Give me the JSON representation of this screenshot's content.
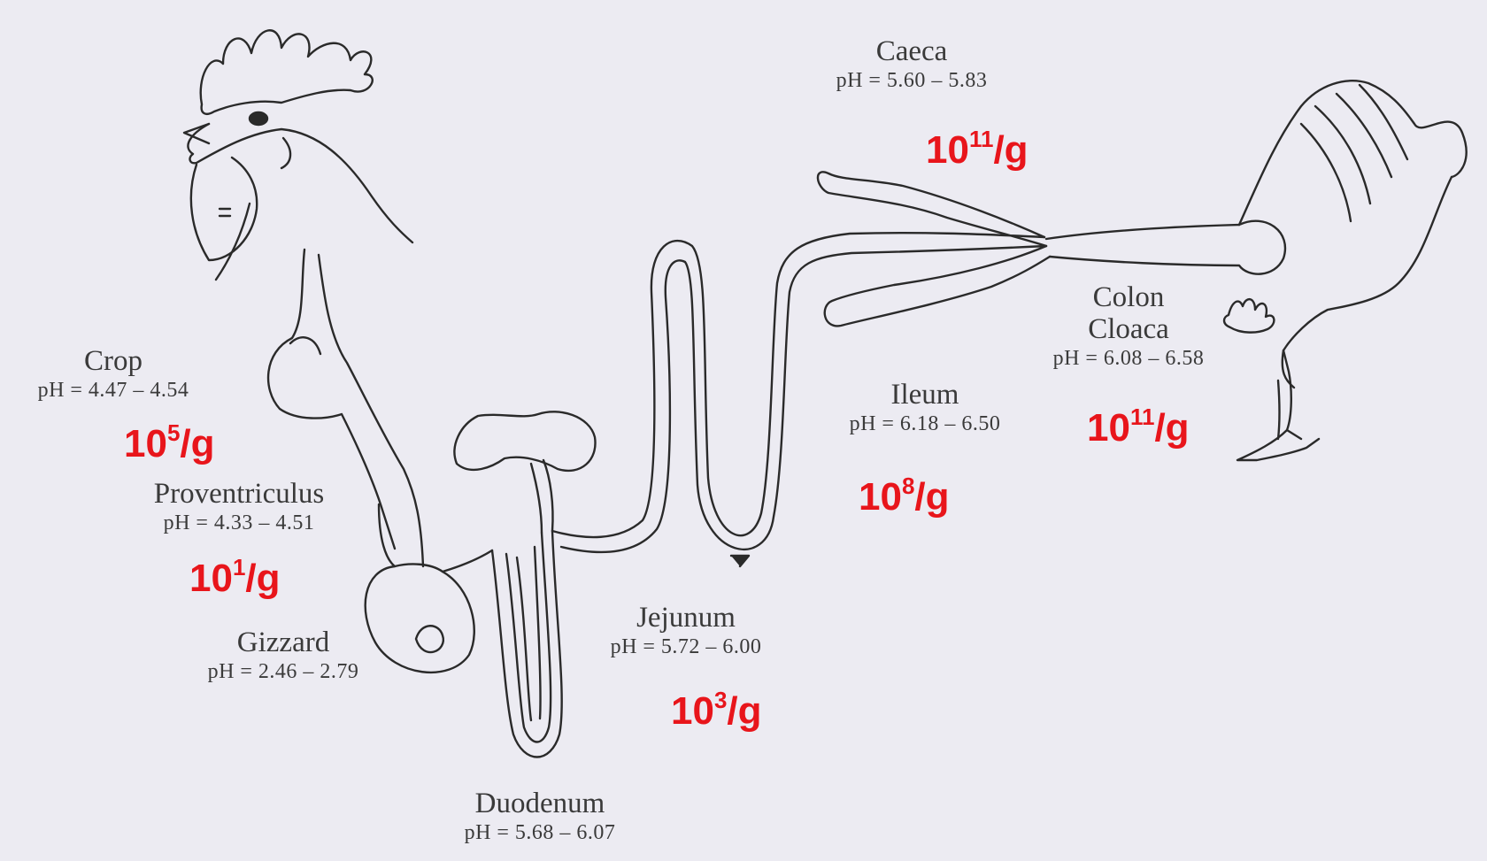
{
  "accent_color": "#e8151b",
  "segments": {
    "caeca": {
      "name": "Caeca",
      "ph": "pH = 5.60 – 5.83",
      "count": {
        "base": "10",
        "exp": "11",
        "unit": "/g"
      }
    },
    "crop": {
      "name": "Crop",
      "ph": "pH = 4.47 – 4.54",
      "count": {
        "base": "10",
        "exp": "5",
        "unit": "/g"
      }
    },
    "proventriculus": {
      "name": "Proventriculus",
      "ph": "pH = 4.33 – 4.51",
      "count": {
        "base": "10",
        "exp": "1",
        "unit": "/g"
      }
    },
    "gizzard": {
      "name": "Gizzard",
      "ph": "pH = 2.46 – 2.79"
    },
    "jejunum": {
      "name": "Jejunum",
      "ph": "pH = 5.72 – 6.00",
      "count": {
        "base": "10",
        "exp": "3",
        "unit": "/g"
      }
    },
    "duodenum": {
      "name": "Duodenum",
      "ph": "pH = 5.68 – 6.07"
    },
    "ileum": {
      "name": "Ileum",
      "ph": "pH = 6.18 – 6.50",
      "count": {
        "base": "10",
        "exp": "8",
        "unit": "/g"
      }
    },
    "colon_cloaca": {
      "name": "Colon",
      "name2": "Cloaca",
      "ph": "pH = 6.08 – 6.58",
      "count": {
        "base": "10",
        "exp": "11",
        "unit": "/g"
      }
    }
  }
}
